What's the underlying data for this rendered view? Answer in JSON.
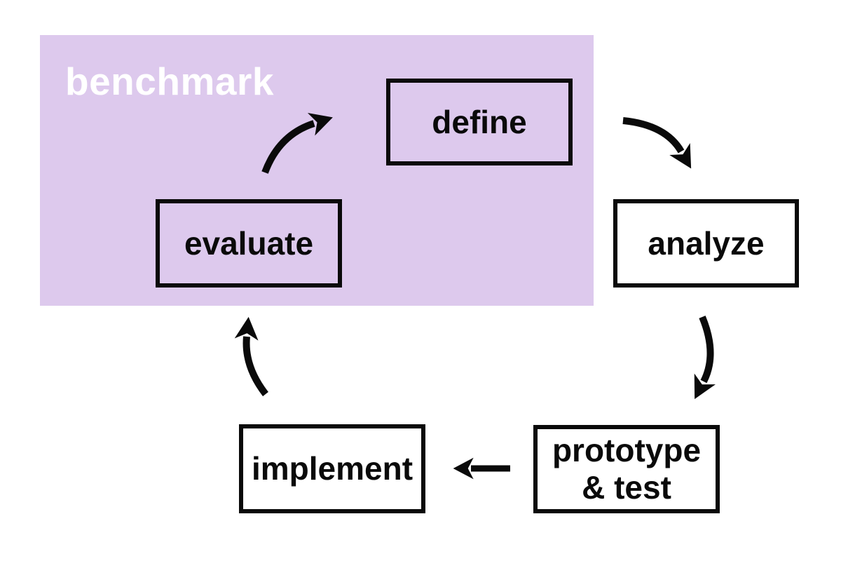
{
  "diagram": {
    "type": "cycle-flowchart",
    "region": {
      "label": "benchmark",
      "fill_color": "#ddc9ed",
      "label_color": "#ffffff"
    },
    "nodes": {
      "define": {
        "label": "define",
        "inside_benchmark_region": true
      },
      "evaluate": {
        "label": "evaluate",
        "inside_benchmark_region": true
      },
      "analyze": {
        "label": "analyze",
        "inside_benchmark_region": false
      },
      "prototype_test": {
        "label_line1": "prototype",
        "label_line2": "& test",
        "inside_benchmark_region": false
      },
      "implement": {
        "label": "implement",
        "inside_benchmark_region": false
      }
    },
    "edges": [
      {
        "from": "evaluate",
        "to": "define",
        "style": "curved"
      },
      {
        "from": "define",
        "to": "analyze",
        "style": "curved"
      },
      {
        "from": "analyze",
        "to": "prototype_test",
        "style": "curved"
      },
      {
        "from": "prototype_test",
        "to": "implement",
        "style": "straight"
      },
      {
        "from": "implement",
        "to": "evaluate",
        "style": "curved"
      }
    ],
    "colors": {
      "background": "#ffffff",
      "ink": "#0a0a0a",
      "node_border": "#0a0a0a",
      "node_fill_outside": "#ffffff",
      "node_fill_inside": "transparent"
    }
  }
}
